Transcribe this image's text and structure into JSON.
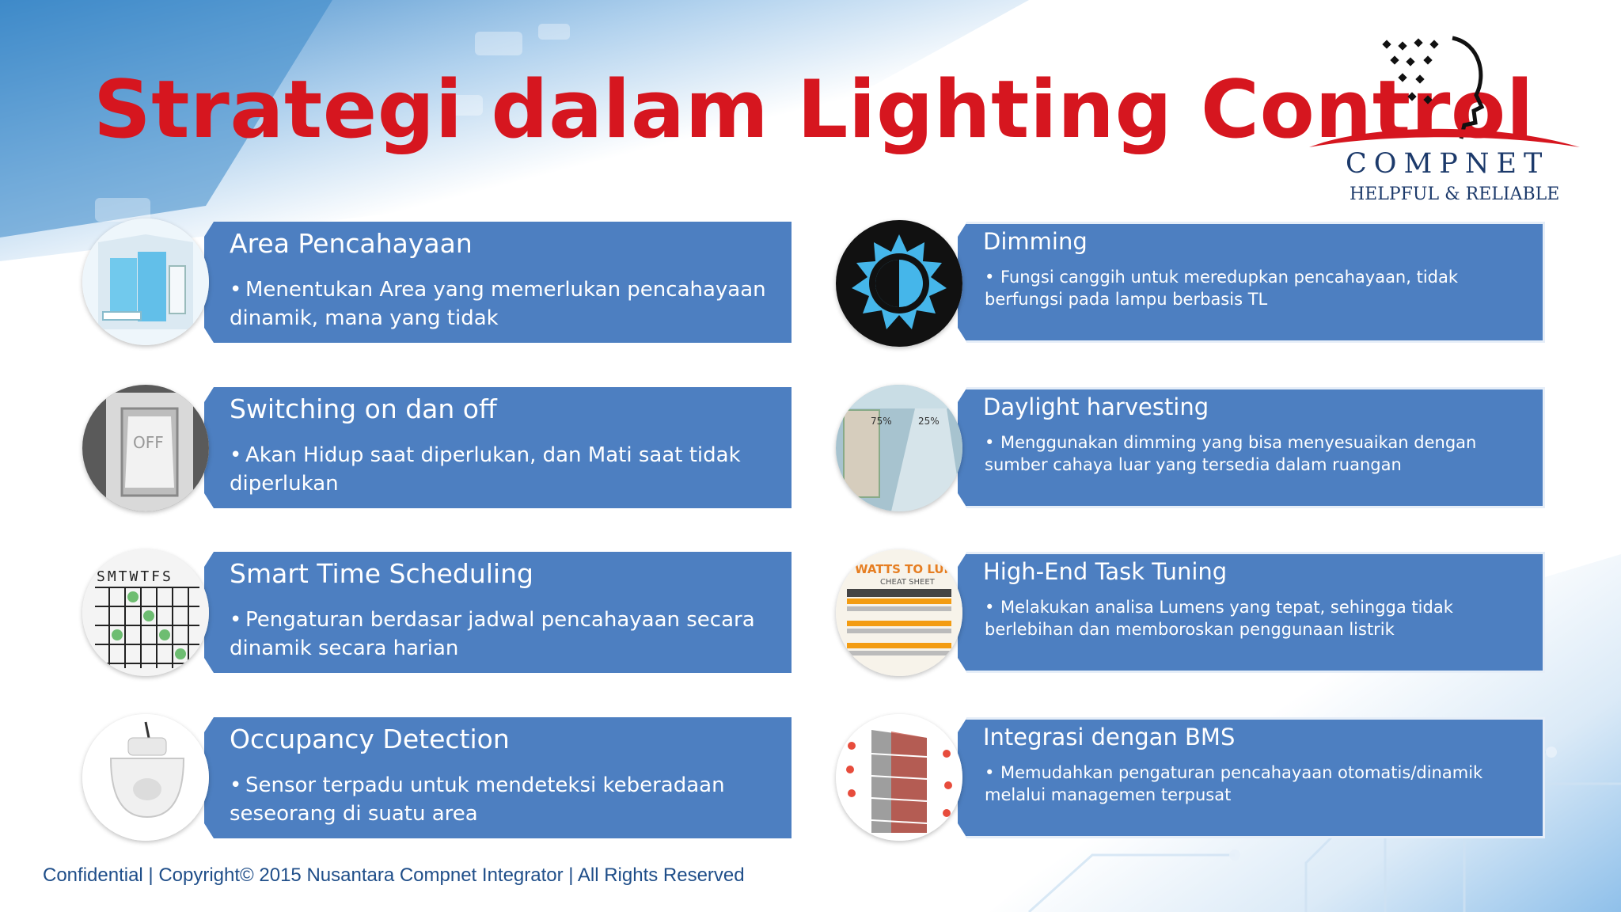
{
  "slide": {
    "title": "Strategi dalam Lighting Control",
    "brand": {
      "name": "COMPNET",
      "tagline": "HELPFUL & RELIABLE"
    },
    "footer": "Confidential  | Copyright© 2015 Nusantara  Compnet  Integrator  | All  Rights  Reserved",
    "bullet_char": "•",
    "colors": {
      "title": "#d6161f",
      "card": "#4d7fc1",
      "brand": "#1c3a6b",
      "footer": "#1f4e89"
    },
    "cards_left": [
      {
        "title": "Area Pencahayaan",
        "text": "Menentukan Area yang memerlukan pencahayaan dinamik, mana yang tidak",
        "icon": "bathroom-room-icon"
      },
      {
        "title": "Switching on dan off",
        "text": "Akan Hidup saat diperlukan, dan Mati saat tidak diperlukan",
        "icon": "light-switch-icon"
      },
      {
        "title": "Smart Time Scheduling",
        "text": "Pengaturan berdasar jadwal pencahayaan secara dinamik secara harian",
        "icon": "calendar-icon",
        "weekdays": "SMTWTFS"
      },
      {
        "title": "Occupancy Detection",
        "text": "Sensor terpadu untuk mendeteksi keberadaan seseorang di suatu area",
        "icon": "motion-sensor-icon"
      }
    ],
    "cards_right": [
      {
        "title": "Dimming",
        "text": "Fungsi canggih untuk meredupkan pencahayaan, tidak berfungsi pada lampu berbasis TL",
        "icon": "brightness-icon"
      },
      {
        "title": "Daylight harvesting",
        "text": "Menggunakan dimming yang bisa menyesuaikan dengan sumber cahaya luar yang tersedia dalam ruangan",
        "icon": "daylight-room-icon",
        "labels": [
          "75%",
          "25%"
        ]
      },
      {
        "title": "High-End Task Tuning",
        "text": "Melakukan analisa Lumens yang tepat, sehingga tidak berlebihan dan memboroskan penggunaan listrik",
        "icon": "lumens-chart-icon",
        "header": "WATTS TO LUMENS",
        "subheader": "CHEAT SHEET"
      },
      {
        "title": "Integrasi dengan BMS",
        "text": "Memudahkan pengaturan pencahayaan otomatis/dinamik melalui managemen terpusat",
        "icon": "building-bms-icon"
      }
    ]
  }
}
